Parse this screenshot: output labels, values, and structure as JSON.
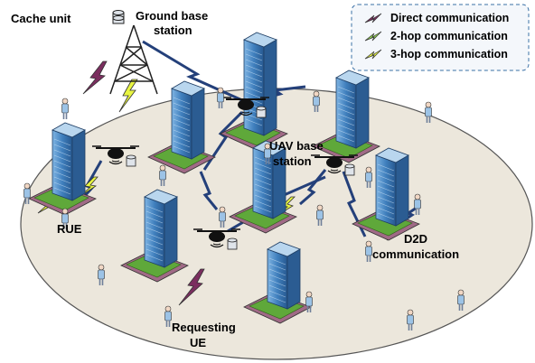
{
  "labels": {
    "cache_unit": "Cache unit",
    "ground_bs_line1": "Ground base",
    "ground_bs_line2": "station",
    "uav_bs_line1": "UAV base",
    "uav_bs_line2": "station",
    "rue": "RUE",
    "d2d_line1": "D2D",
    "d2d_line2": "communication",
    "requesting_line1": "Requesting",
    "requesting_line2": "UE"
  },
  "legend": {
    "items": [
      {
        "label": "Direct communication",
        "color": "#7b2e5f",
        "icon": "lightning-bolt-icon"
      },
      {
        "label": "2-hop communication",
        "color": "#8fd14f",
        "icon": "lightning-bolt-icon"
      },
      {
        "label": "3-hop communication",
        "color": "#e8f542",
        "icon": "lightning-bolt-icon"
      }
    ]
  },
  "colors": {
    "ground_ellipse": "#ece7dc",
    "ground_outline": "#555555",
    "building_glass": "#4f8fc9",
    "building_roof": "#b9d6ee",
    "building_base": "#a06a86",
    "lawn": "#5fa83a",
    "backhaul_link": "#24407a",
    "legend_border": "#3a70a6",
    "legend_bg": "#f4f7fb"
  }
}
